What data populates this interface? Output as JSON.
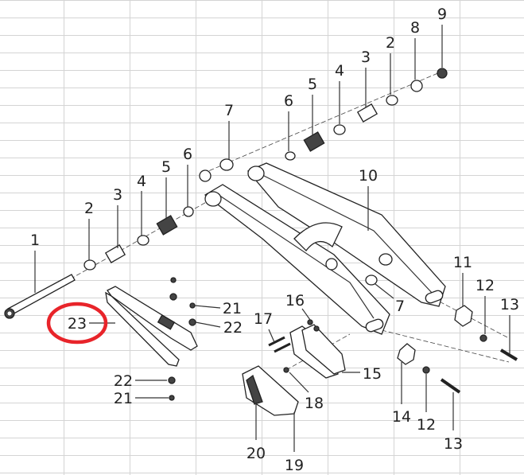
{
  "diagram": {
    "callouts": [
      {
        "id": "c1",
        "text": "1"
      },
      {
        "id": "c2a",
        "text": "2"
      },
      {
        "id": "c3a",
        "text": "3"
      },
      {
        "id": "c4a",
        "text": "4"
      },
      {
        "id": "c5a",
        "text": "5"
      },
      {
        "id": "c6a",
        "text": "6"
      },
      {
        "id": "c7a",
        "text": "7"
      },
      {
        "id": "c6b",
        "text": "6"
      },
      {
        "id": "c5b",
        "text": "5"
      },
      {
        "id": "c4b",
        "text": "4"
      },
      {
        "id": "c3b",
        "text": "3"
      },
      {
        "id": "c2b",
        "text": "2"
      },
      {
        "id": "c8",
        "text": "8"
      },
      {
        "id": "c9",
        "text": "9"
      },
      {
        "id": "c10",
        "text": "10"
      },
      {
        "id": "c11",
        "text": "11"
      },
      {
        "id": "c12a",
        "text": "12"
      },
      {
        "id": "c13a",
        "text": "13"
      },
      {
        "id": "c7b",
        "text": "7"
      },
      {
        "id": "c16",
        "text": "16"
      },
      {
        "id": "c17",
        "text": "17"
      },
      {
        "id": "c15",
        "text": "15"
      },
      {
        "id": "c18",
        "text": "18"
      },
      {
        "id": "c14",
        "text": "14"
      },
      {
        "id": "c12b",
        "text": "12"
      },
      {
        "id": "c13b",
        "text": "13"
      },
      {
        "id": "c20",
        "text": "20"
      },
      {
        "id": "c19",
        "text": "19"
      },
      {
        "id": "c21a",
        "text": "21"
      },
      {
        "id": "c22a",
        "text": "22"
      },
      {
        "id": "c22b",
        "text": "22"
      },
      {
        "id": "c21b",
        "text": "21"
      },
      {
        "id": "c23",
        "text": "23"
      }
    ],
    "highlight_color": "#e8242a"
  }
}
